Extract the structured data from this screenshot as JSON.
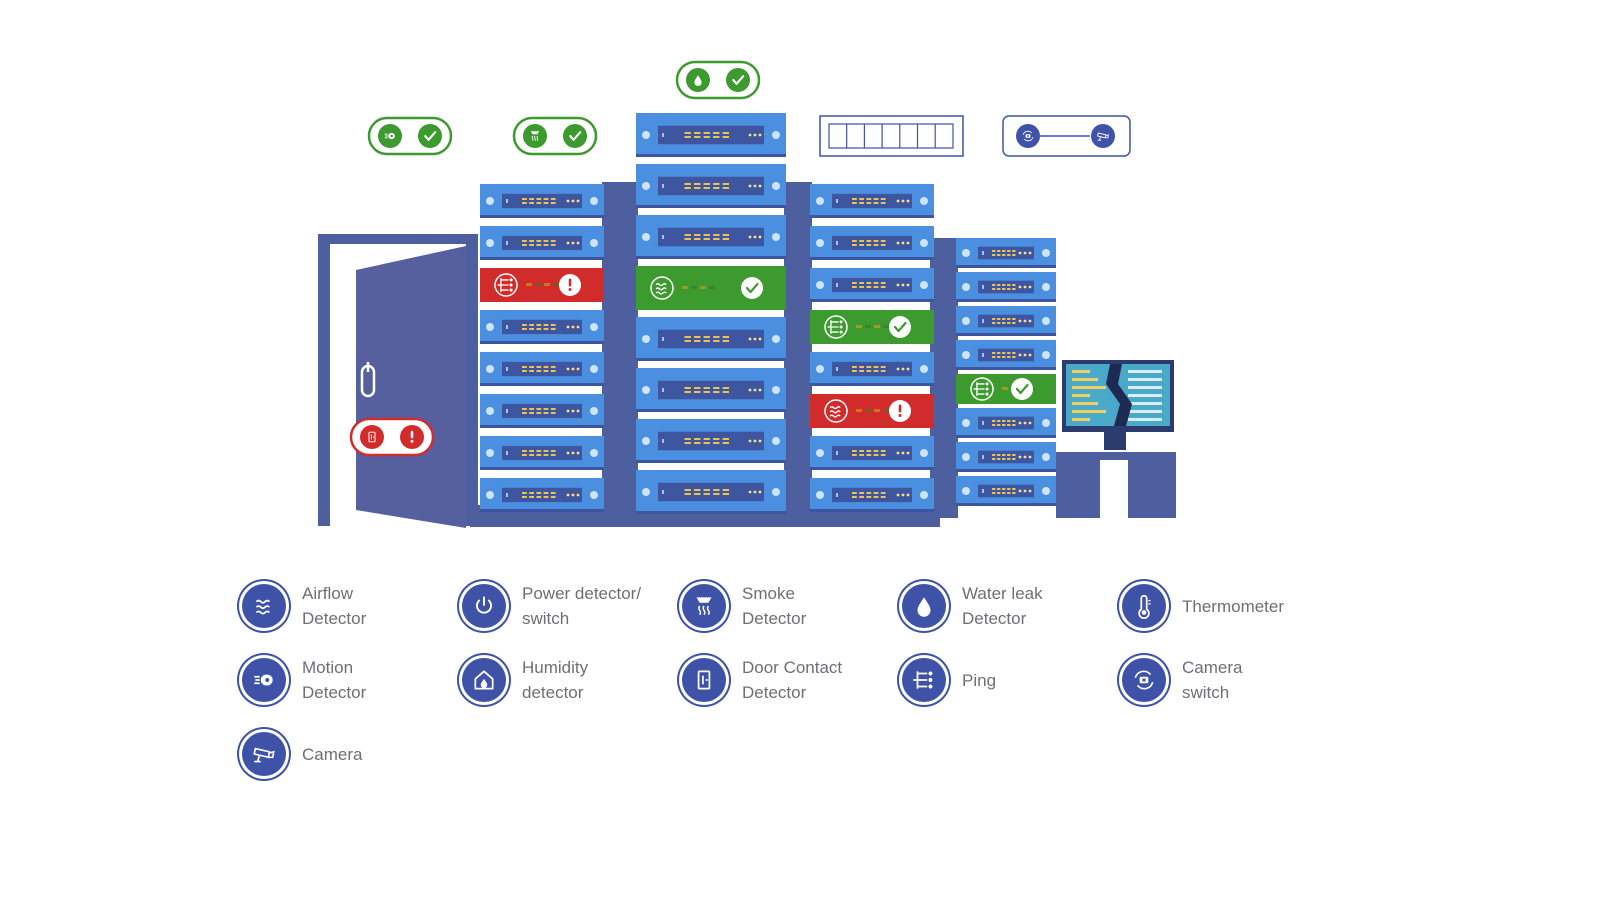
{
  "colors": {
    "rack_body": "#4A8FE0",
    "rack_dark": "#3E56A0",
    "frame": "#4E5FA0",
    "door": "#56609E",
    "ok_green": "#3C9A2E",
    "alert_red": "#D22B2B",
    "legend_circle": "#3E52A8",
    "legend_text": "#6E6E76",
    "monitor_screen": "#4AA8C8"
  },
  "scene": {
    "status_pills": [
      {
        "icon": "motion-icon",
        "status": "ok"
      },
      {
        "icon": "smoke-icon",
        "status": "ok"
      },
      {
        "icon": "water-drop-icon",
        "status": "ok"
      },
      {
        "icon": "door-contact-icon",
        "status": "alert"
      }
    ],
    "camera_link": {
      "from_icon": "camera-switch-icon",
      "to_icon": "camera-icon"
    },
    "rack_highlights": [
      {
        "icon": "ping-icon",
        "status": "alert"
      },
      {
        "icon": "airflow-icon",
        "status": "ok"
      },
      {
        "icon": "ping-icon",
        "status": "ok"
      },
      {
        "icon": "airflow-icon",
        "status": "alert"
      },
      {
        "icon": "ping-icon",
        "status": "ok"
      }
    ]
  },
  "legend": {
    "items": [
      {
        "icon": "airflow-icon",
        "line1": "Airflow",
        "line2": "Detector"
      },
      {
        "icon": "power-icon",
        "line1": "Power detector/",
        "line2": "switch"
      },
      {
        "icon": "smoke-icon",
        "line1": "Smoke",
        "line2": "Detector"
      },
      {
        "icon": "water-drop-icon",
        "line1": "Water leak",
        "line2": "Detector"
      },
      {
        "icon": "thermometer-icon",
        "line1": "Thermometer",
        "line2": ""
      },
      {
        "icon": "motion-icon",
        "line1": "Motion",
        "line2": "Detector"
      },
      {
        "icon": "humidity-icon",
        "line1": "Humidity",
        "line2": "detector"
      },
      {
        "icon": "door-contact-icon",
        "line1": "Door Contact",
        "line2": "Detector"
      },
      {
        "icon": "ping-icon",
        "line1": "Ping",
        "line2": ""
      },
      {
        "icon": "camera-switch-icon",
        "line1": "Camera",
        "line2": "switch"
      },
      {
        "icon": "camera-icon",
        "line1": "Camera",
        "line2": ""
      }
    ]
  }
}
